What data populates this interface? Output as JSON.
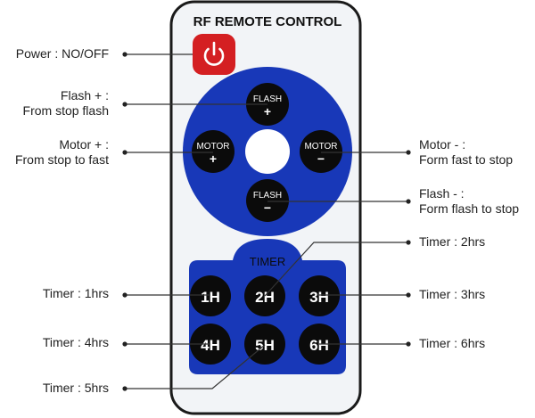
{
  "remote": {
    "title": "RF REMOTE CONTROL",
    "power_icon": "power-icon",
    "colors": {
      "body": "#f2f4f7",
      "outline": "#1a1a1a",
      "panel": "#1838b8",
      "power": "#d41f22",
      "button": "#0b0b0b"
    },
    "pad": {
      "flash_plus_label": "FLASH",
      "flash_plus_sign": "+",
      "flash_minus_label": "FLASH",
      "flash_minus_sign": "−",
      "motor_plus_label": "MOTOR",
      "motor_plus_sign": "+",
      "motor_minus_label": "MOTOR",
      "motor_minus_sign": "−"
    },
    "timer": {
      "title": "TIMER",
      "buttons": [
        "1H",
        "2H",
        "3H",
        "4H",
        "5H",
        "6H"
      ]
    }
  },
  "callouts": {
    "power": "Power : NO/OFF",
    "flash_plus": "Flash + :\nFrom stop flash",
    "motor_plus": "Motor + :\nFrom stop to fast",
    "motor_minus": "Motor - :\nForm fast to stop",
    "flash_minus": "Flash - :\nForm flash to stop",
    "timer_1": "Timer : 1hrs",
    "timer_2": "Timer : 2hrs",
    "timer_3": "Timer : 3hrs",
    "timer_4": "Timer : 4hrs",
    "timer_5": "Timer : 5hrs",
    "timer_6": "Timer : 6hrs"
  }
}
